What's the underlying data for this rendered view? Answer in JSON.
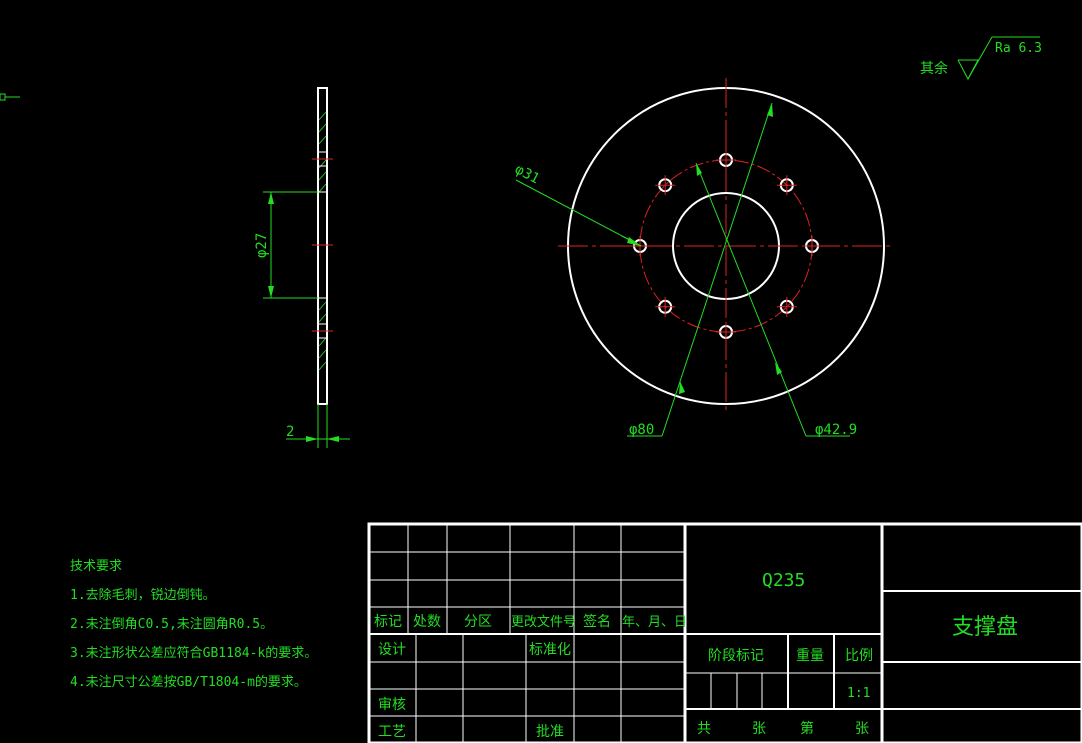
{
  "colors": {
    "background": "#000000",
    "outline": "#ffffff",
    "dimension": "#22dd22",
    "centerline": "#dd2222"
  },
  "drawing": {
    "roughness_prefix": "其余",
    "roughness_value": "Ra 6.3",
    "side_view": {
      "dia_label": "φ27",
      "thickness_label": "2"
    },
    "front_view": {
      "hole_label": "φ31",
      "pcd_label": "φ80",
      "bore_label": "φ42.9"
    }
  },
  "tech_notes": {
    "title": "技术要求",
    "items": [
      "1.去除毛刺，锐边倒钝。",
      "2.未注倒角C0.5,未注圆角R0.5。",
      "3.未注形状公差应符合GB1184-k的要求。",
      "4.未注尺寸公差按GB/T1804-m的要求。"
    ]
  },
  "title_block": {
    "material": "Q235",
    "part_name": "支撑盘",
    "headers": [
      "标记",
      "处数",
      "分区",
      "更改文件号",
      "签名",
      "年、月、日"
    ],
    "design": "设计",
    "standardization": "标准化",
    "review": "审核",
    "process": "工艺",
    "approve": "批准",
    "stage_mark": "阶段标记",
    "weight": "重量",
    "scale": "比例",
    "scale_value": "1:1",
    "sheet_total": "共",
    "sheet_unit1": "张",
    "sheet_no": "第",
    "sheet_unit2": "张"
  }
}
